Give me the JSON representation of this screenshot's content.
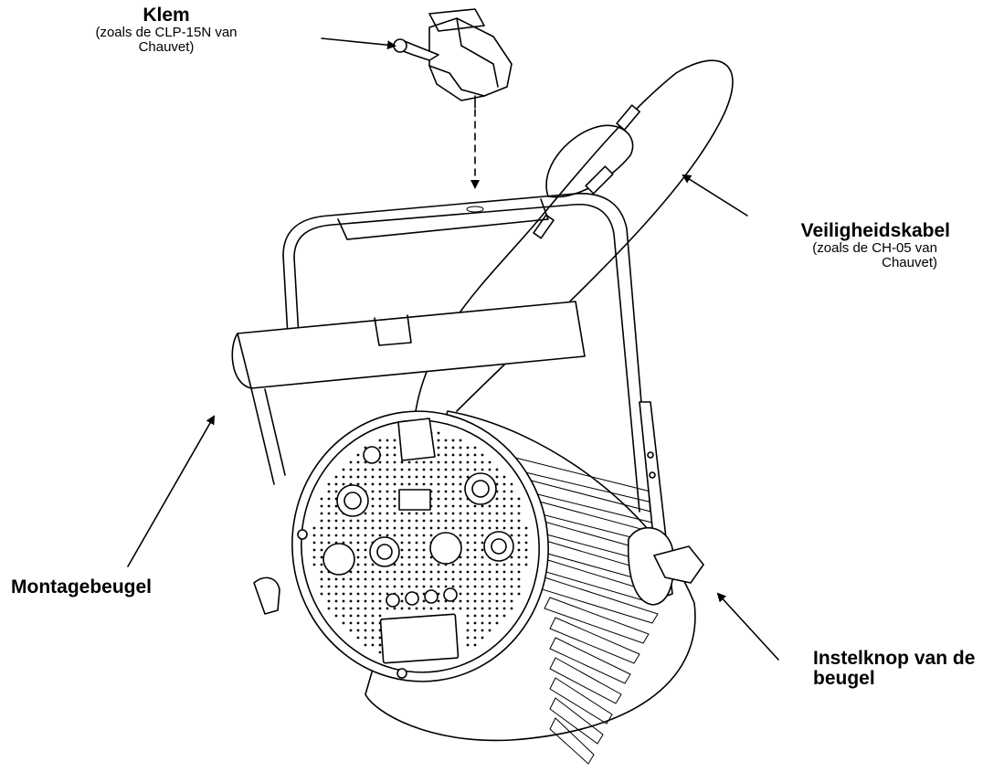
{
  "labels": {
    "clamp": {
      "title": "Klem",
      "sub": "(zoals de CLP-15N van Chauvet)"
    },
    "safety_cable": {
      "title": "Veiligheidskabel",
      "sub": "(zoals de CH-05 van Chauvet)"
    },
    "bracket": {
      "title": "Montagebeugel"
    },
    "knob": {
      "title": "Instelknop van de beugel"
    }
  },
  "colors": {
    "ink": "#000000",
    "paper": "#ffffff"
  }
}
